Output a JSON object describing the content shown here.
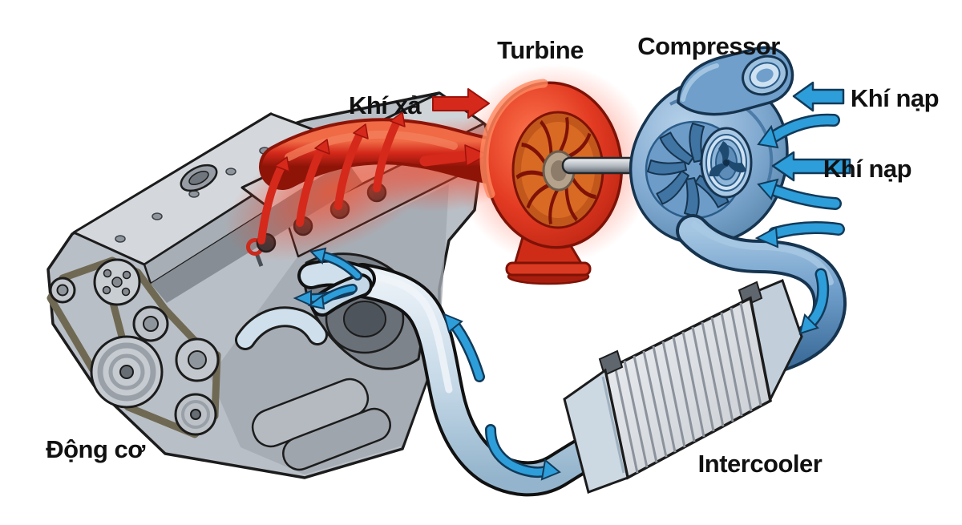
{
  "labels": {
    "turbine": "Turbine",
    "compressor": "Compressor",
    "exhaust_gas": "Khí xả",
    "intake_air_top": "Khí nạp",
    "intake_air_mid": "Khí nạp",
    "engine": "Động cơ",
    "intercooler": "Intercooler"
  },
  "colors": {
    "exhaust_red": "#d5291b",
    "turbine_hot_glow": "#ff4a22",
    "compressor_blue": "#7fa8cf",
    "flow_arrow_blue": "#2d9ed9",
    "charge_pipe_light_blue": "#cfe0ec",
    "engine_gray": "#c9ced4",
    "intercooler_gray": "#d9dde2",
    "outline_dark": "#1c1c1c",
    "label_text": "#111111",
    "background": "#ffffff"
  }
}
